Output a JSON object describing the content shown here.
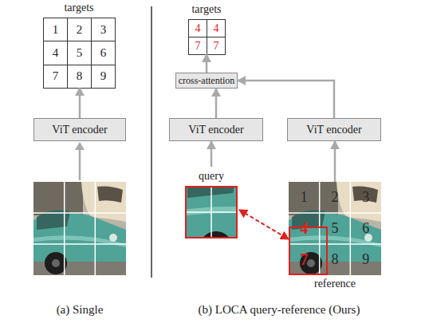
{
  "diagram": {
    "nodes": [
      {
        "text": [
          "targets"
        ]
      },
      {
        "text": [
          "ViT encoder"
        ]
      },
      {
        "text": [
          "targets"
        ]
      },
      {
        "text": [
          "cross-attention"
        ]
      },
      {
        "text": [
          "ViT encoder"
        ]
      },
      {
        "text": [
          "ViT encoder"
        ]
      },
      {
        "text": [
          "query"
        ]
      },
      {
        "text": [
          "reference"
        ]
      }
    ],
    "edges": [
      {
        "from": 1,
        "to": 0,
        "arrow": "to"
      },
      {
        "from": 3,
        "to": 2,
        "arrow": "to"
      },
      {
        "from": 4,
        "to": 3,
        "arrow": "to"
      },
      {
        "from": 5,
        "to": 3,
        "arrow": "to"
      },
      {
        "from": 6,
        "to": 4,
        "arrow": "to"
      },
      {
        "from": 7,
        "to": 5,
        "arrow": "to"
      },
      {
        "from": 6,
        "to": 7,
        "arrow": "both"
      }
    ],
    "labels": [
      "1",
      "2",
      "3",
      "4",
      "5",
      "6",
      "7",
      "8",
      "9",
      "4",
      "4",
      "7",
      "7",
      "1",
      "2",
      "3",
      "4",
      "5",
      "6",
      "7",
      "8",
      "9",
      "(a) Single",
      "(b) LOCA query-reference (Ours)"
    ]
  }
}
